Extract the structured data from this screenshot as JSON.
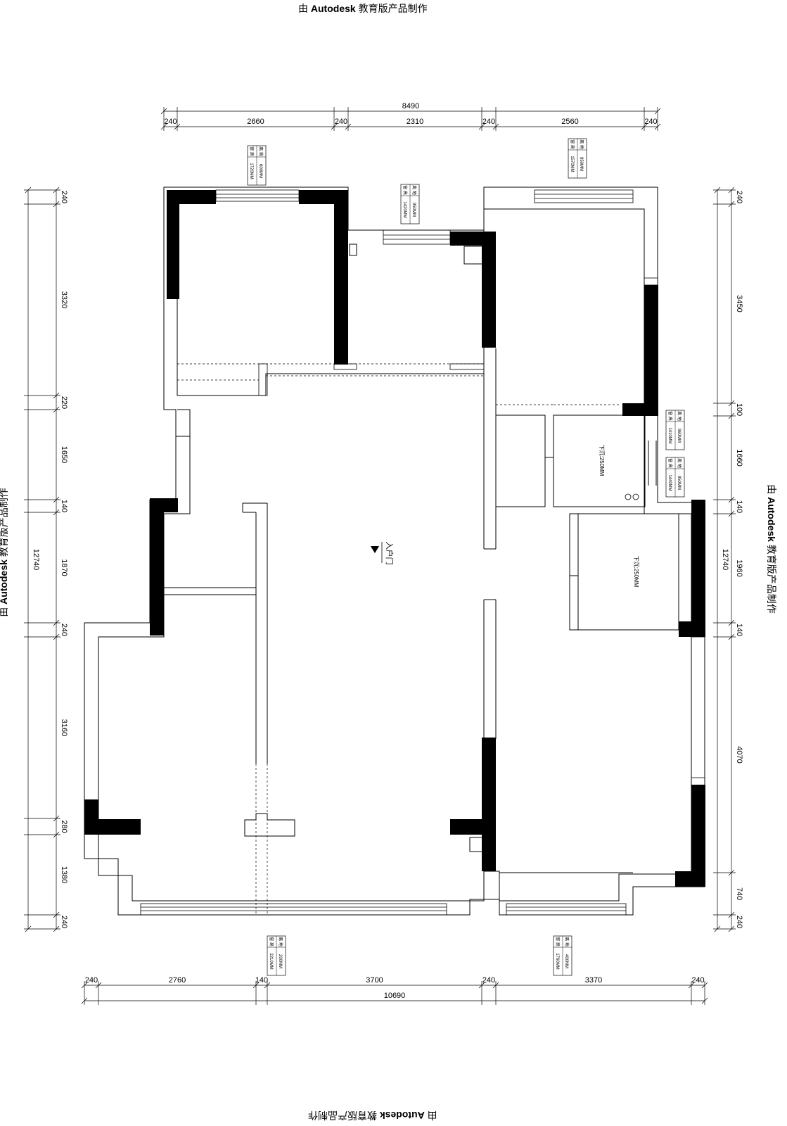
{
  "watermark": {
    "prefix": "由 ",
    "brand": "Autodesk",
    "suffix": " 教育版产品制作"
  },
  "dimensions": {
    "top_total": "8490",
    "top": [
      "240",
      "2660",
      "240",
      "2310",
      "240",
      "2560",
      "240"
    ],
    "bottom_total": "10690",
    "bottom": [
      "240",
      "2760",
      "140",
      "3700",
      "240",
      "3370",
      "240"
    ],
    "left_total": "12740",
    "left": [
      "240",
      "3320",
      "220",
      "1650",
      "140",
      "1870",
      "240",
      "3160",
      "280",
      "1380",
      "240"
    ],
    "right_total": "12740",
    "right": [
      "240",
      "3450",
      "100",
      "1660",
      "140",
      "1960",
      "140",
      "4070",
      "740",
      "240"
    ]
  },
  "window_tags": [
    {
      "a": "窗 高",
      "b": "1720MM",
      "c": "离 地",
      "d": "600MM"
    },
    {
      "a": "窗 高",
      "b": "1420MM",
      "c": "离 地",
      "d": "950MM"
    },
    {
      "a": "窗 高",
      "b": "1570MM",
      "c": "离 地",
      "d": "950MM"
    },
    {
      "a": "窗 高",
      "b": "1410MM",
      "c": "离 地",
      "d": "960MM"
    },
    {
      "a": "窗 高",
      "b": "1440MM",
      "c": "离 地",
      "d": "950MM"
    },
    {
      "a": "窗 高",
      "b": "2210MM",
      "c": "离 地",
      "d": "200MM"
    },
    {
      "a": "窗 高",
      "b": "1760MM",
      "c": "离 地",
      "d": "400MM"
    }
  ],
  "room_labels": {
    "entrance": "入户门",
    "bath1": "下沉:250MM",
    "bath2": "下沉:250MM"
  }
}
